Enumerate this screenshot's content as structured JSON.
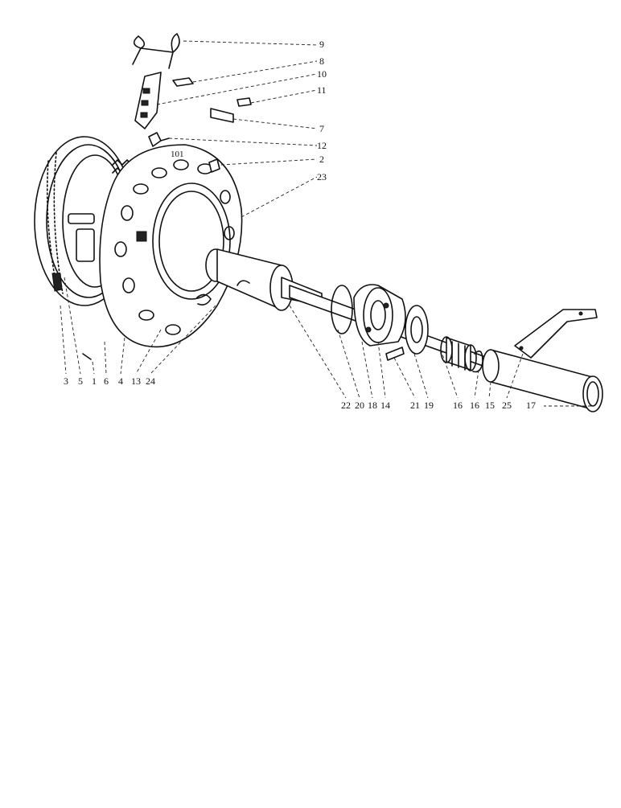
{
  "labels": {
    "n1": "1",
    "n2": "2",
    "n3": "3",
    "n4": "4",
    "n5": "5",
    "n6": "6",
    "n7": "7",
    "n8": "8",
    "n9": "9",
    "n10": "10",
    "n11": "11",
    "n12": "12",
    "n13": "13",
    "n14": "14",
    "n15": "15",
    "n16a": "16",
    "n16b": "16",
    "n17": "17",
    "n18": "18",
    "n19": "19",
    "n20": "20",
    "n21": "21",
    "n22": "22",
    "n23": "23",
    "n24": "24",
    "n25": "25"
  },
  "stamp": "101"
}
